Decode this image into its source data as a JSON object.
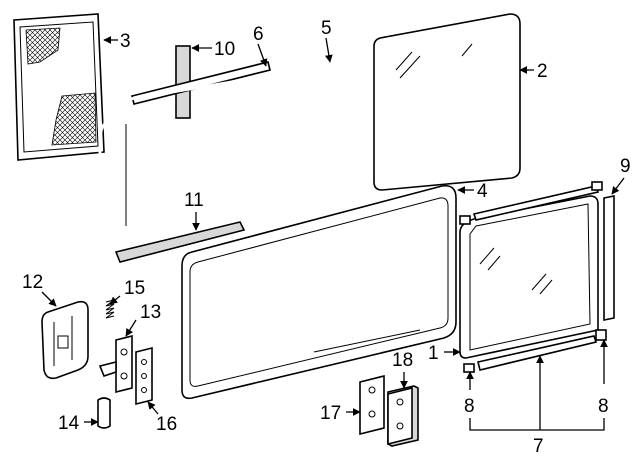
{
  "diagram": {
    "callouts": {
      "c1": "1",
      "c2": "2",
      "c3": "3",
      "c4": "4",
      "c5": "5",
      "c6": "6",
      "c7": "7",
      "c8a": "8",
      "c8b": "8",
      "c9": "9",
      "c10": "10",
      "c11": "11",
      "c12": "12",
      "c13": "13",
      "c14": "14",
      "c15": "15",
      "c16": "16",
      "c17": "17",
      "c18": "18"
    }
  }
}
